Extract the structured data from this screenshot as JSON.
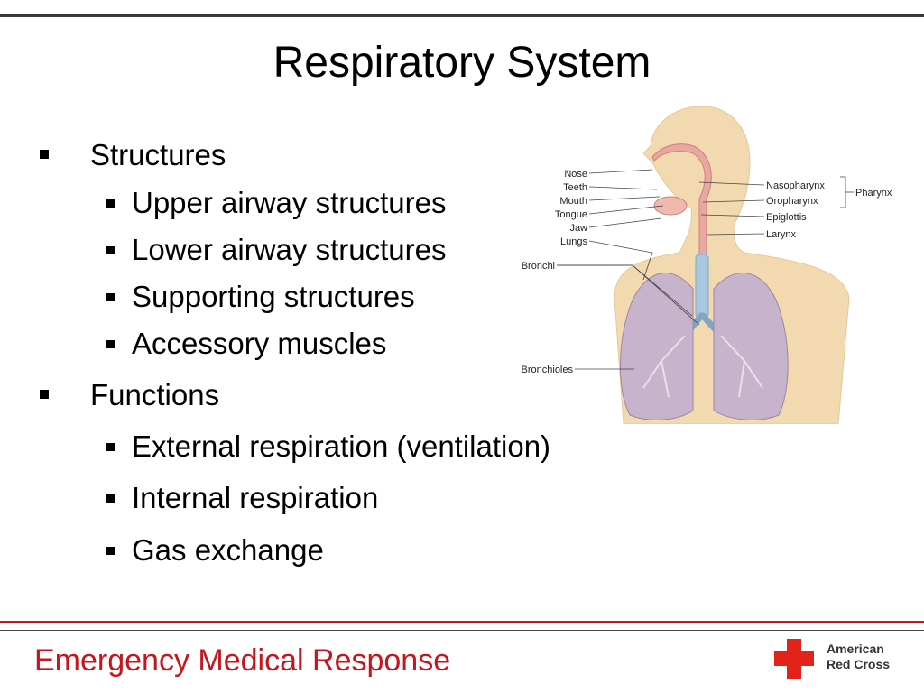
{
  "slide": {
    "title": "Respiratory System",
    "bullets": {
      "structures": {
        "label": "Structures",
        "items": [
          "Upper airway structures",
          "Lower airway structures",
          "Supporting structures",
          "Accessory muscles"
        ]
      },
      "functions": {
        "label": "Functions",
        "items": [
          "External respiration (ventilation)",
          "Internal respiration",
          "Gas exchange"
        ]
      }
    }
  },
  "figure": {
    "labels_left": [
      "Nose",
      "Teeth",
      "Mouth",
      "Tongue",
      "Jaw",
      "Lungs",
      "Bronchi",
      "Bronchioles"
    ],
    "labels_right": [
      "Nasopharynx",
      "Oropharynx",
      "Epiglottis",
      "Larynx"
    ],
    "group_label": "Pharynx",
    "colors": {
      "skin": "#f2d9b0",
      "lung": "#c8b3cc",
      "airway": "#e8a7a0",
      "trachea": "#a9c8e0"
    }
  },
  "footer": {
    "text": "Emergency Medical Response",
    "logo": {
      "line1": "American",
      "line2": "Red Cross",
      "icon": "red-cross-icon"
    },
    "accent": "#c4161c"
  }
}
